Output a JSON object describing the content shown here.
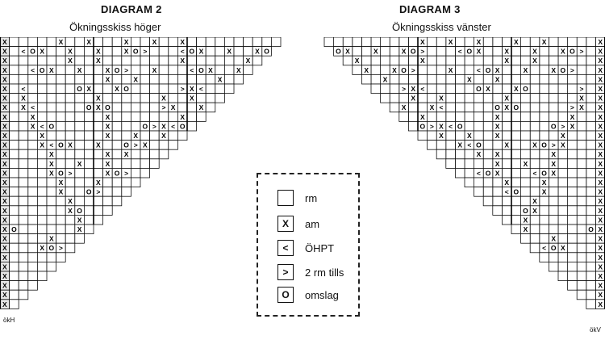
{
  "diagram2": {
    "title": "DIAGRAM 2",
    "subtitle": "Ökningsskiss höger",
    "corner_label": "ökH"
  },
  "diagram3": {
    "title": "DIAGRAM 3",
    "subtitle": "Ökningsskiss vänster",
    "corner_label": "ökV"
  },
  "legend": {
    "items": [
      {
        "symbol": "",
        "label": "rm"
      },
      {
        "symbol": "X",
        "label": "am"
      },
      {
        "symbol": "<",
        "label": "ÖHPT"
      },
      {
        "symbol": ">",
        "label": "2 rm tills"
      },
      {
        "symbol": "O",
        "label": "omslag"
      }
    ]
  },
  "grid": {
    "rows": 29,
    "cols_first_row": 30,
    "symbol_rows_diagram2": [
      "X.....X..X...X..X..X..........",
      "X.<OX..X..X..XO>...<OX..X..XO>",
      "X......X..X........X......X...",
      "X..<OX..X..XO>..X...<OX..X..XO",
      "X..........X..X........X......",
      "X.<.....OX..XO.....>X<.....OX.",
      "X.X.......X......X..X.........",
      "X.X<.....OXO.....>X..X........",
      "X..X.......X.......X..........",
      "X..X<O.....X...O>X<O..........",
      "X...X......X..X..X............",
      "X...X<OX..X..O>X..............",
      "X....X.....X.X................",
      "X....X..X..X..................",
      "X....XO>...XO>................",
      "X.....X...X...................",
      "X.....X..O>...................",
      "X......X......................",
      "X......XO.....................",
      "X.......X.....................",
      "XO......X.....................",
      "X....X........................",
      "X...XO>.......................",
      "X.............................",
      "X.............................",
      "X.............................",
      "X.............................",
      "X.............................",
      "X............................."
    ]
  }
}
